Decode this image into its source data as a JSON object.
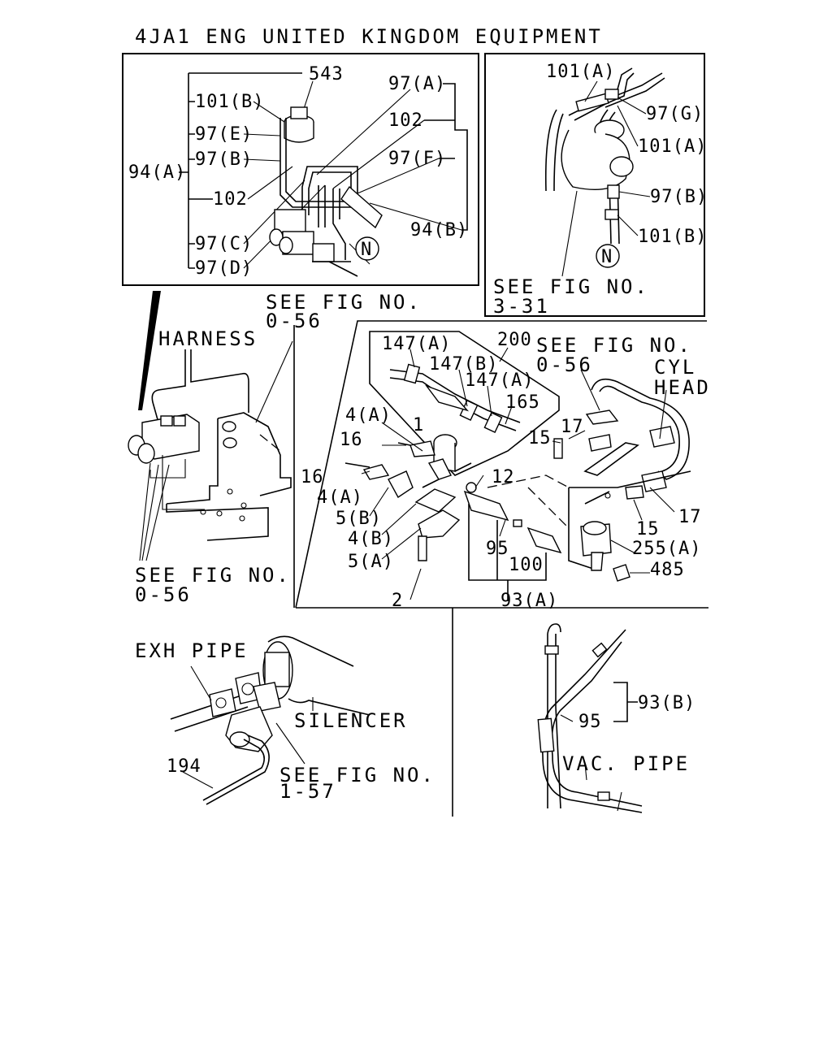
{
  "title": "4JA1 ENG UNITED KINGDOM EQUIPMENT",
  "labels": {
    "p543": "543",
    "p101b_tl": "101(B)",
    "p97e": "97(E)",
    "p97b_tl": "97(B)",
    "p94a": "94(A)",
    "p102_l": "102",
    "p97c": "97(C)",
    "p97d": "97(D)",
    "p97a_tl": "97(A)",
    "p102_r": "102",
    "p97f": "97(F)",
    "p94b": "94(B)",
    "n_tl": "N",
    "p101a_tr1": "101(A)",
    "p97g": "97(G)",
    "p101a_tr2": "101(A)",
    "p97b_tr": "97(B)",
    "p101b_tr": "101(B)",
    "n_tr": "N",
    "see_fig_331_a": "SEE FIG NO.",
    "see_fig_331_b": "3-31",
    "see_fig_056_top_a": "SEE FIG NO.",
    "see_fig_056_top_b": "0-56",
    "harness": "HARNESS",
    "see_fig_056_bl_a": "SEE FIG NO.",
    "see_fig_056_bl_b": "0-56",
    "p147a_1": "147(A)",
    "p200": "200",
    "p147b": "147(B)",
    "p147a_2": "147(A)",
    "p165": "165",
    "see_fig_056_r_a": "SEE FIG NO.",
    "see_fig_056_r_b": "0-56",
    "cyl": "CYL",
    "head": "HEAD",
    "p4a_1": "4(A)",
    "p1": "1",
    "p16_1": "16",
    "p16_2": "16",
    "p4a_2": "4(A)",
    "p5b": "5(B)",
    "p4b": "4(B)",
    "p5a": "5(A)",
    "p2": "2",
    "p12": "12",
    "p17_1": "17",
    "p15_1": "15",
    "p15_2": "15",
    "p17_2": "17",
    "p95_m": "95",
    "p100": "100",
    "p93a": "93(A)",
    "p255a": "255(A)",
    "p485": "485",
    "exh_pipe": "EXH PIPE",
    "silencer": "SILENCER",
    "p194": "194",
    "see_fig_157_a": "SEE FIG NO.",
    "see_fig_157_b": "1-57",
    "p93b": "93(B)",
    "p95_r": "95",
    "vac_pipe": "VAC. PIPE"
  }
}
